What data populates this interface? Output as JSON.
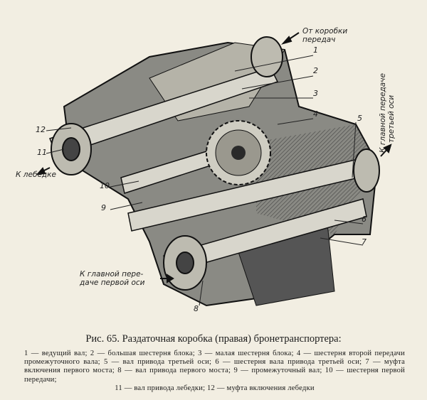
{
  "figure": {
    "annotations": {
      "from_gearbox": [
        "От коробки",
        "передач"
      ],
      "to_winch": "К лебедке",
      "to_first_axle": [
        "К главной пере-",
        "даче первой оси"
      ],
      "to_third_axle": [
        "К главной передаче",
        "третьей оси"
      ]
    },
    "callouts": [
      "1",
      "2",
      "3",
      "4",
      "5",
      "6",
      "7",
      "8",
      "9",
      "10",
      "11",
      "12"
    ]
  },
  "caption": {
    "title": "Рис. 65. Раздаточная коробка (правая) бронетранспортера:",
    "legend": "1 — ведущий вал; 2 — большая шестерня блока; 3 — малая шестерня блока; 4 — шестерня второй передачи промежуточного вала; 5 — вал привода третьей оси; 6 — шестерня вала привода третьей оси; 7 — муфта включения первого моста; 8 — вал привода первого моста; 9 — промежуточный вал; 10 — шестерня первой передачи;",
    "legend_last": "11 — вал привода лебедки; 12 — муфта включения лебедки"
  }
}
